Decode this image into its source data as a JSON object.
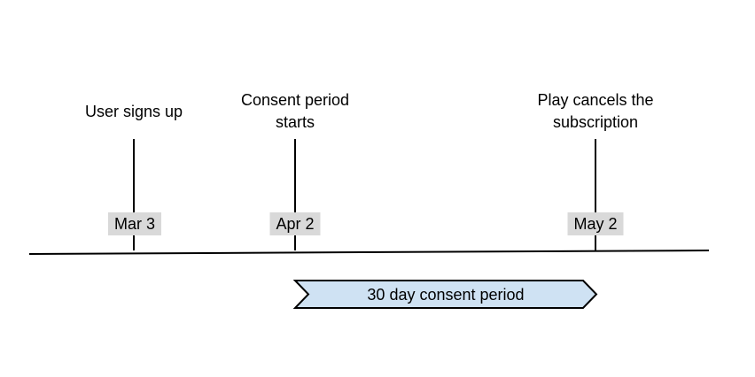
{
  "diagram": {
    "type": "timeline",
    "events": [
      {
        "label": "User signs up",
        "date": "Mar 3"
      },
      {
        "label": "Consent period\nstarts",
        "date": "Apr 2"
      },
      {
        "label": "Play cancels the\nsubscription",
        "date": "May 2"
      }
    ],
    "banner": {
      "label": "30 day consent period",
      "fill": "#cfe2f3",
      "stroke": "#000000"
    },
    "colors": {
      "date_badge_bg": "#d9d9d9",
      "line": "#000000",
      "background": "#ffffff"
    }
  }
}
